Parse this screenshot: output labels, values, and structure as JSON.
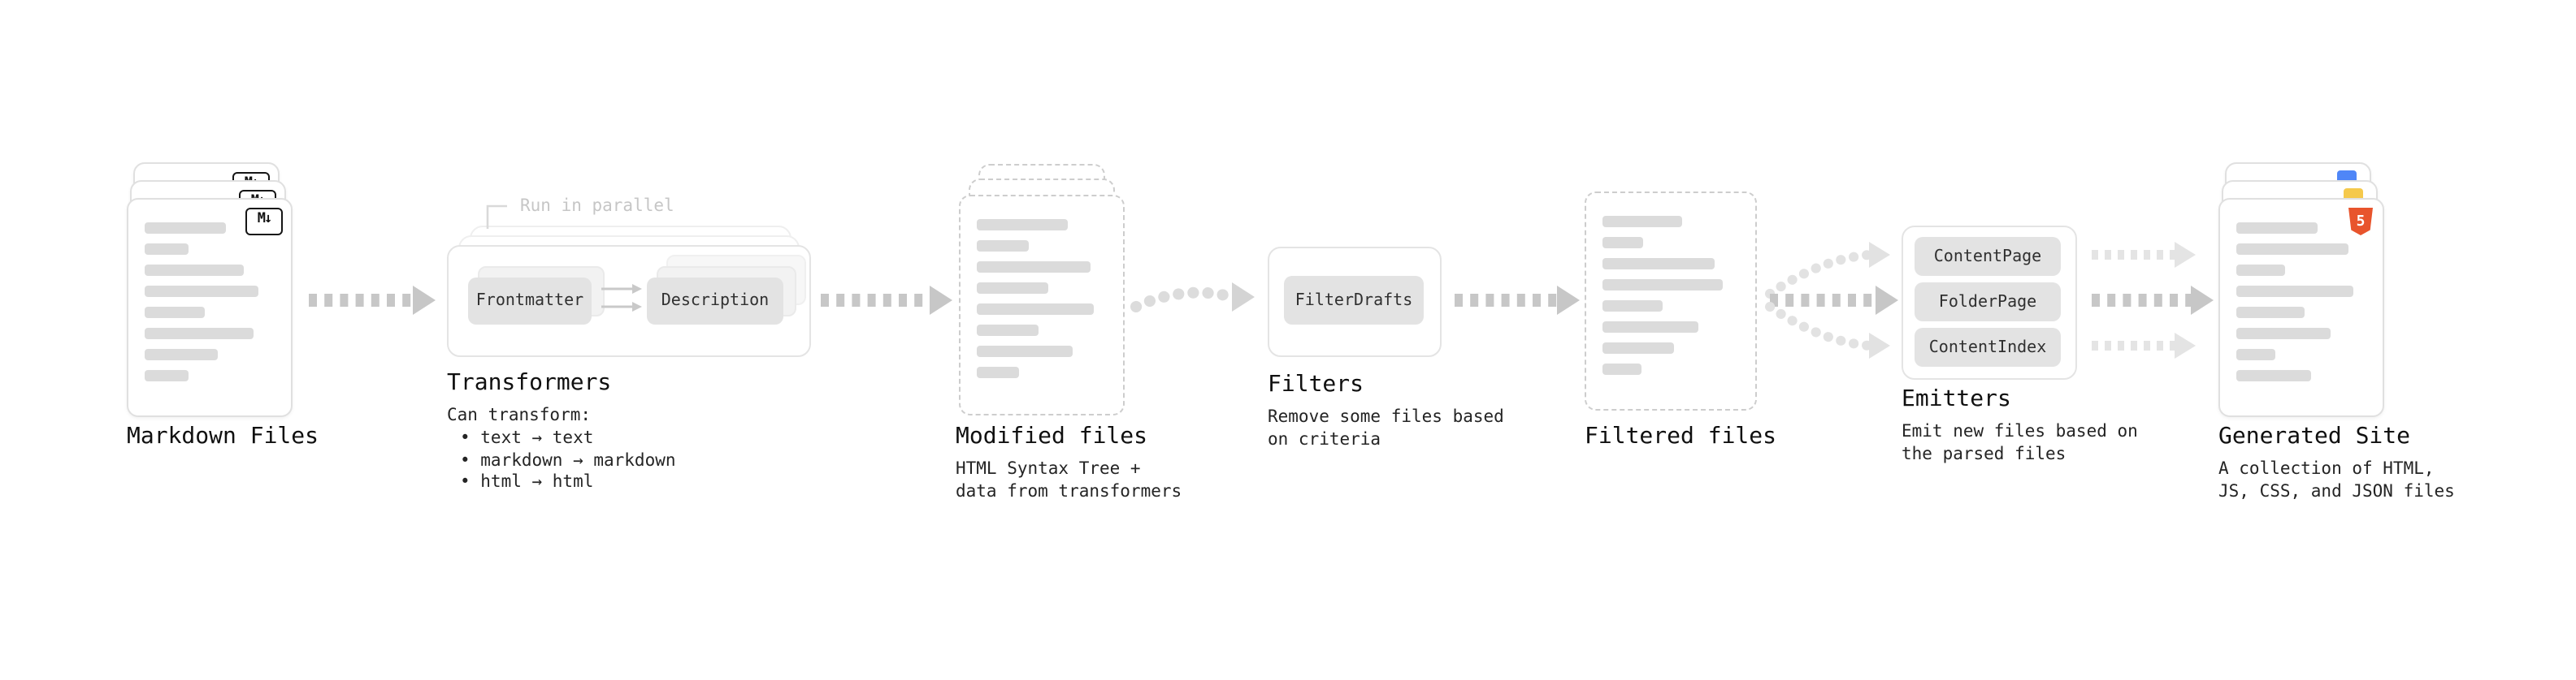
{
  "colors": {
    "arrow": "#c7c7c7",
    "arrow_light": "#e4e4e4",
    "html5_orange": "#e8542c",
    "js_yellow": "#f5c94c",
    "css_blue": "#4f86f7"
  },
  "stages": {
    "markdown_files": {
      "title": "Markdown Files",
      "badge": "M↓"
    },
    "transformers": {
      "title": "Transformers",
      "annotation": "Run in parallel",
      "button_frontmatter": "Frontmatter",
      "button_description": "Description",
      "caption": "Can transform:",
      "bullets": [
        "• text → text",
        "• markdown → markdown",
        "• html → html"
      ]
    },
    "modified_files": {
      "title": "Modified files",
      "subtitle": "HTML Syntax Tree +\ndata from transformers"
    },
    "filters": {
      "title": "Filters",
      "button": "FilterDrafts",
      "subtitle": "Remove some files based\non criteria"
    },
    "filtered_files": {
      "title": "Filtered files"
    },
    "emitters": {
      "title": "Emitters",
      "buttons": [
        "ContentPage",
        "FolderPage",
        "ContentIndex"
      ],
      "subtitle": "Emit new files based on\nthe parsed files"
    },
    "generated_site": {
      "title": "Generated Site",
      "badge": "5",
      "subtitle": "A collection of HTML,\nJS, CSS, and JSON files"
    }
  }
}
